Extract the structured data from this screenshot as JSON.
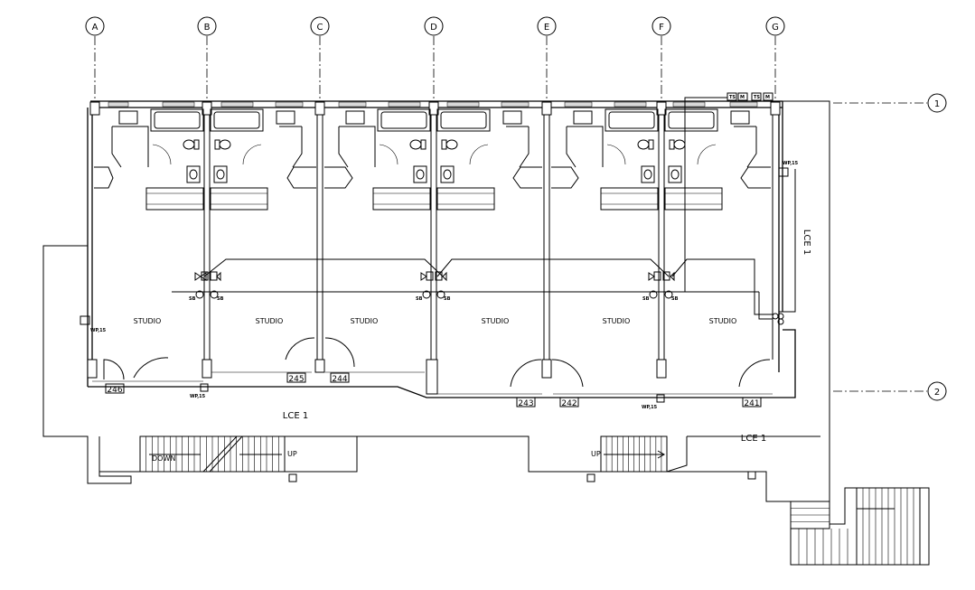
{
  "grid_lines": {
    "columns": [
      "A",
      "B",
      "C",
      "D",
      "E",
      "F",
      "G"
    ],
    "rows": [
      "1",
      "2"
    ]
  },
  "rooms": {
    "studio_label": "STUDIO",
    "numbers": [
      "246",
      "245",
      "244",
      "243",
      "242",
      "241"
    ]
  },
  "areas": {
    "lce_main": "LCE 1",
    "lce_right": "LCE 1",
    "lce_vertical": "LCE 1"
  },
  "stairs": {
    "down_label": "DOWN",
    "up_left_label": "UP",
    "up_right_label": "UP"
  },
  "fixtures": {
    "sb": "SB",
    "wp15": "WP,15",
    "ts": "TS",
    "m": "M"
  }
}
